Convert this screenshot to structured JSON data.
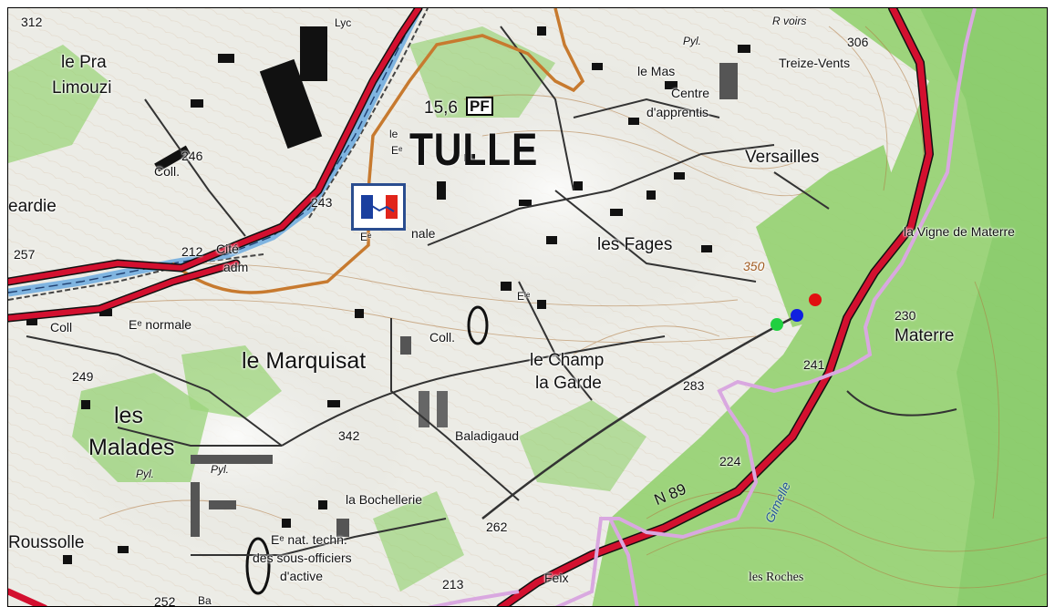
{
  "map": {
    "places": [
      {
        "key": "le_pra",
        "text": "le Pra"
      },
      {
        "key": "limouzi",
        "text": "Limouzi"
      },
      {
        "key": "eardie",
        "text": "eardie"
      },
      {
        "key": "tulle",
        "text": "TULLE"
      },
      {
        "key": "le",
        "text": "le"
      },
      {
        "key": "le_mas",
        "text": "le Mas"
      },
      {
        "key": "centre",
        "text": "Centre"
      },
      {
        "key": "apprentis",
        "text": "d'apprentis"
      },
      {
        "key": "treize_vents",
        "text": "Treize-Vents"
      },
      {
        "key": "versailles",
        "text": "Versailles"
      },
      {
        "key": "les_fages",
        "text": "les Fages"
      },
      {
        "key": "vigne",
        "text": "la Vigne de Materre"
      },
      {
        "key": "materre",
        "text": "Materre"
      },
      {
        "key": "cite",
        "text": "Cité"
      },
      {
        "key": "adm",
        "text": "adm"
      },
      {
        "key": "coll1",
        "text": "Coll."
      },
      {
        "key": "coll2",
        "text": "Coll"
      },
      {
        "key": "coll3",
        "text": "Coll."
      },
      {
        "key": "normale",
        "text": "Eᵉ normale"
      },
      {
        "key": "le_marquisat",
        "text": "le Marquisat"
      },
      {
        "key": "le_champ",
        "text": "le Champ"
      },
      {
        "key": "la_garde",
        "text": "la Garde"
      },
      {
        "key": "les",
        "text": "les"
      },
      {
        "key": "malades",
        "text": "Malades"
      },
      {
        "key": "baladigaud",
        "text": "Baladigaud"
      },
      {
        "key": "bochellerie",
        "text": "la Bochellerie"
      },
      {
        "key": "roussolle",
        "text": "Roussolle"
      },
      {
        "key": "ecole1",
        "text": "Eᵉ nat. techn."
      },
      {
        "key": "ecole2",
        "text": "des sous-officiers"
      },
      {
        "key": "ecole3",
        "text": "d'active"
      },
      {
        "key": "feix",
        "text": "Feix"
      },
      {
        "key": "les_roches",
        "text": "les Roches"
      },
      {
        "key": "pyl1",
        "text": "Pyl."
      },
      {
        "key": "pyl2",
        "text": "Pyl."
      },
      {
        "key": "pyl3",
        "text": "Pyl."
      },
      {
        "key": "voirs",
        "text": "R voirs"
      },
      {
        "key": "lyc",
        "text": "Lyc"
      },
      {
        "key": "nale",
        "text": "nale"
      },
      {
        "key": "ele",
        "text": "Eᵉ"
      },
      {
        "key": "ele2",
        "text": "Eˡᵉ"
      },
      {
        "key": "eb",
        "text": "Eᵉ"
      },
      {
        "key": "ba",
        "text": "Ba"
      }
    ],
    "elevations": [
      {
        "key": "e312",
        "text": "312"
      },
      {
        "key": "e306",
        "text": "306"
      },
      {
        "key": "e246",
        "text": "246"
      },
      {
        "key": "e243",
        "text": "243"
      },
      {
        "key": "e257",
        "text": "257"
      },
      {
        "key": "e212",
        "text": "212"
      },
      {
        "key": "e249",
        "text": "249"
      },
      {
        "key": "e230",
        "text": "230"
      },
      {
        "key": "e241",
        "text": "241"
      },
      {
        "key": "e283",
        "text": "283"
      },
      {
        "key": "e224",
        "text": "224"
      },
      {
        "key": "e342",
        "text": "342"
      },
      {
        "key": "e262",
        "text": "262"
      },
      {
        "key": "e213",
        "text": "213"
      },
      {
        "key": "e252",
        "text": "252"
      },
      {
        "key": "e350",
        "text": "350"
      },
      {
        "key": "e156",
        "text": "15,6"
      }
    ],
    "pf_label": "PF",
    "road_label": "N 89",
    "river_label": "Gimelle",
    "colors": {
      "major_road": "#d3102f",
      "secondary_road": "#c77a2f",
      "river": "#7fb4e0",
      "forest": "#8fd06a",
      "trail": "#d9a8e0",
      "marker_red": "#e01010",
      "marker_blue": "#1020e0",
      "marker_green": "#20d040",
      "prefecture_frame": "#2a4d8f"
    },
    "icons": [
      "prefecture-flag-icon",
      "red-dot-marker",
      "blue-dot-marker",
      "green-dot-marker"
    ]
  }
}
